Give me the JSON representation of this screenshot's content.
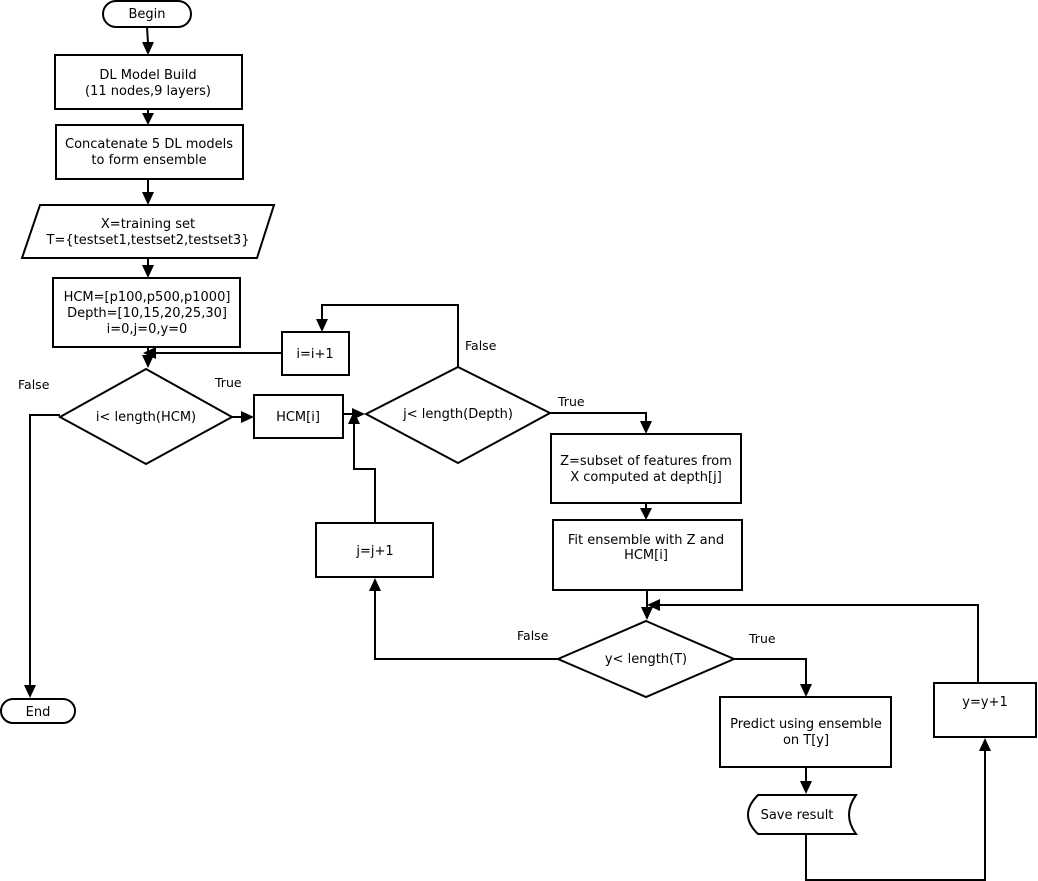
{
  "flowchart": {
    "nodes": {
      "begin": "Begin",
      "build_line1": "DL Model Build",
      "build_line2": "(11 nodes,9 layers)",
      "concat_line1": "Concatenate 5 DL models",
      "concat_line2": "to form ensemble",
      "input_line1": "X=training set",
      "input_line2": "T={testset1,testset2,testset3}",
      "init_line1": "HCM=[p100,p500,p1000]",
      "init_line2": "Depth=[10,15,20,25,30]",
      "init_line3": "i=0,j=0,y=0",
      "inc_i": "i=i+1",
      "cond_i": "i< length(HCM)",
      "hcm_i": "HCM[i]",
      "cond_j": "j< length(Depth)",
      "subset_line1": "Z=subset of features from",
      "subset_line2": "X computed at depth[j]",
      "fit_line1": "Fit ensemble with Z and",
      "fit_line2": "HCM[i]",
      "inc_j": "j=j+1",
      "cond_y": "y< length(T)",
      "predict_line1": "Predict using ensemble",
      "predict_line2": "on T[y]",
      "save": "Save result",
      "inc_y": "y=y+1",
      "end": "End"
    },
    "edge_labels": {
      "i_true": "True",
      "i_false": "False",
      "j_true": "True",
      "j_false": "False",
      "y_true": "True",
      "y_false": "False"
    }
  }
}
